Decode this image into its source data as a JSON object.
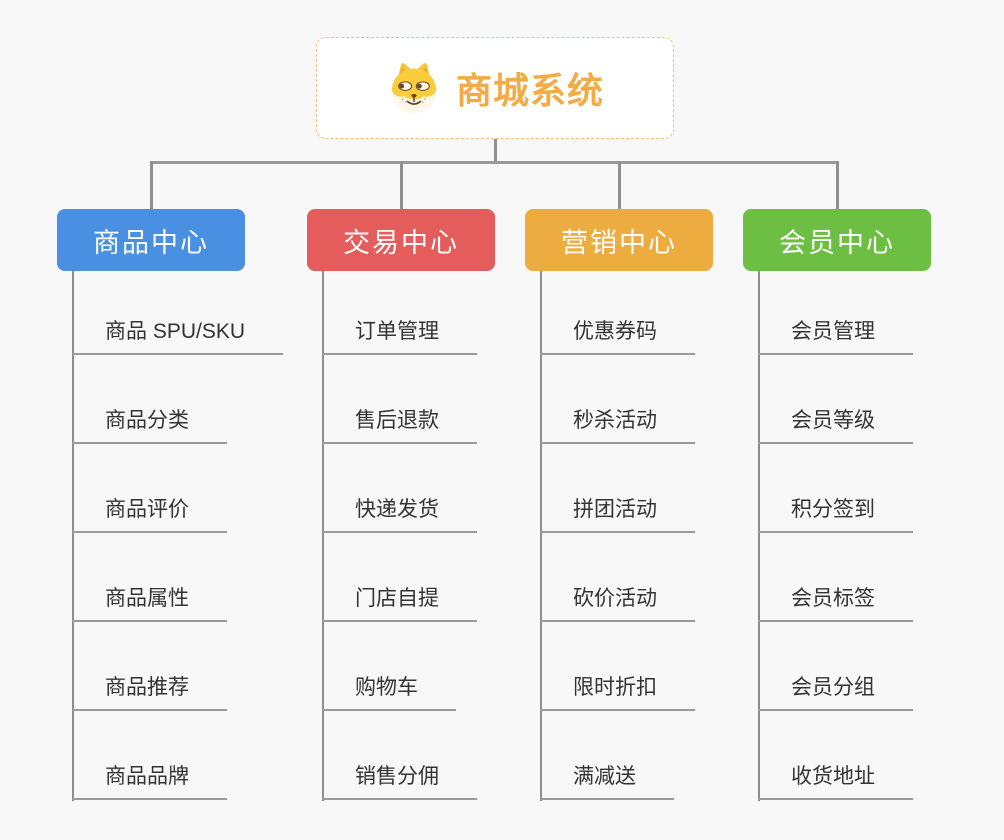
{
  "tree": {
    "root": {
      "label": "商城系统",
      "icon": "dog-icon",
      "accent_color": "#f2ab45",
      "border_color": "#f0c27e"
    },
    "branches": [
      {
        "label": "商品中心",
        "color": "#4a90e2",
        "items": [
          {
            "label": "商品 SPU/SKU"
          },
          {
            "label": "商品分类"
          },
          {
            "label": "商品评价"
          },
          {
            "label": "商品属性"
          },
          {
            "label": "商品推荐"
          },
          {
            "label": "商品品牌"
          }
        ]
      },
      {
        "label": "交易中心",
        "color": "#e55c5c",
        "items": [
          {
            "label": "订单管理"
          },
          {
            "label": "售后退款"
          },
          {
            "label": "快递发货"
          },
          {
            "label": "门店自提"
          },
          {
            "label": "购物车"
          },
          {
            "label": "销售分佣"
          }
        ]
      },
      {
        "label": "营销中心",
        "color": "#edac3f",
        "items": [
          {
            "label": "优惠券码"
          },
          {
            "label": "秒杀活动"
          },
          {
            "label": "拼团活动"
          },
          {
            "label": "砍价活动"
          },
          {
            "label": "限时折扣"
          },
          {
            "label": "满减送"
          }
        ]
      },
      {
        "label": "会员中心",
        "color": "#6dbf43",
        "items": [
          {
            "label": "会员管理"
          },
          {
            "label": "会员等级"
          },
          {
            "label": "积分签到"
          },
          {
            "label": "会员标签"
          },
          {
            "label": "会员分组"
          },
          {
            "label": "收货地址"
          }
        ]
      }
    ],
    "connector_color": "#909090"
  }
}
